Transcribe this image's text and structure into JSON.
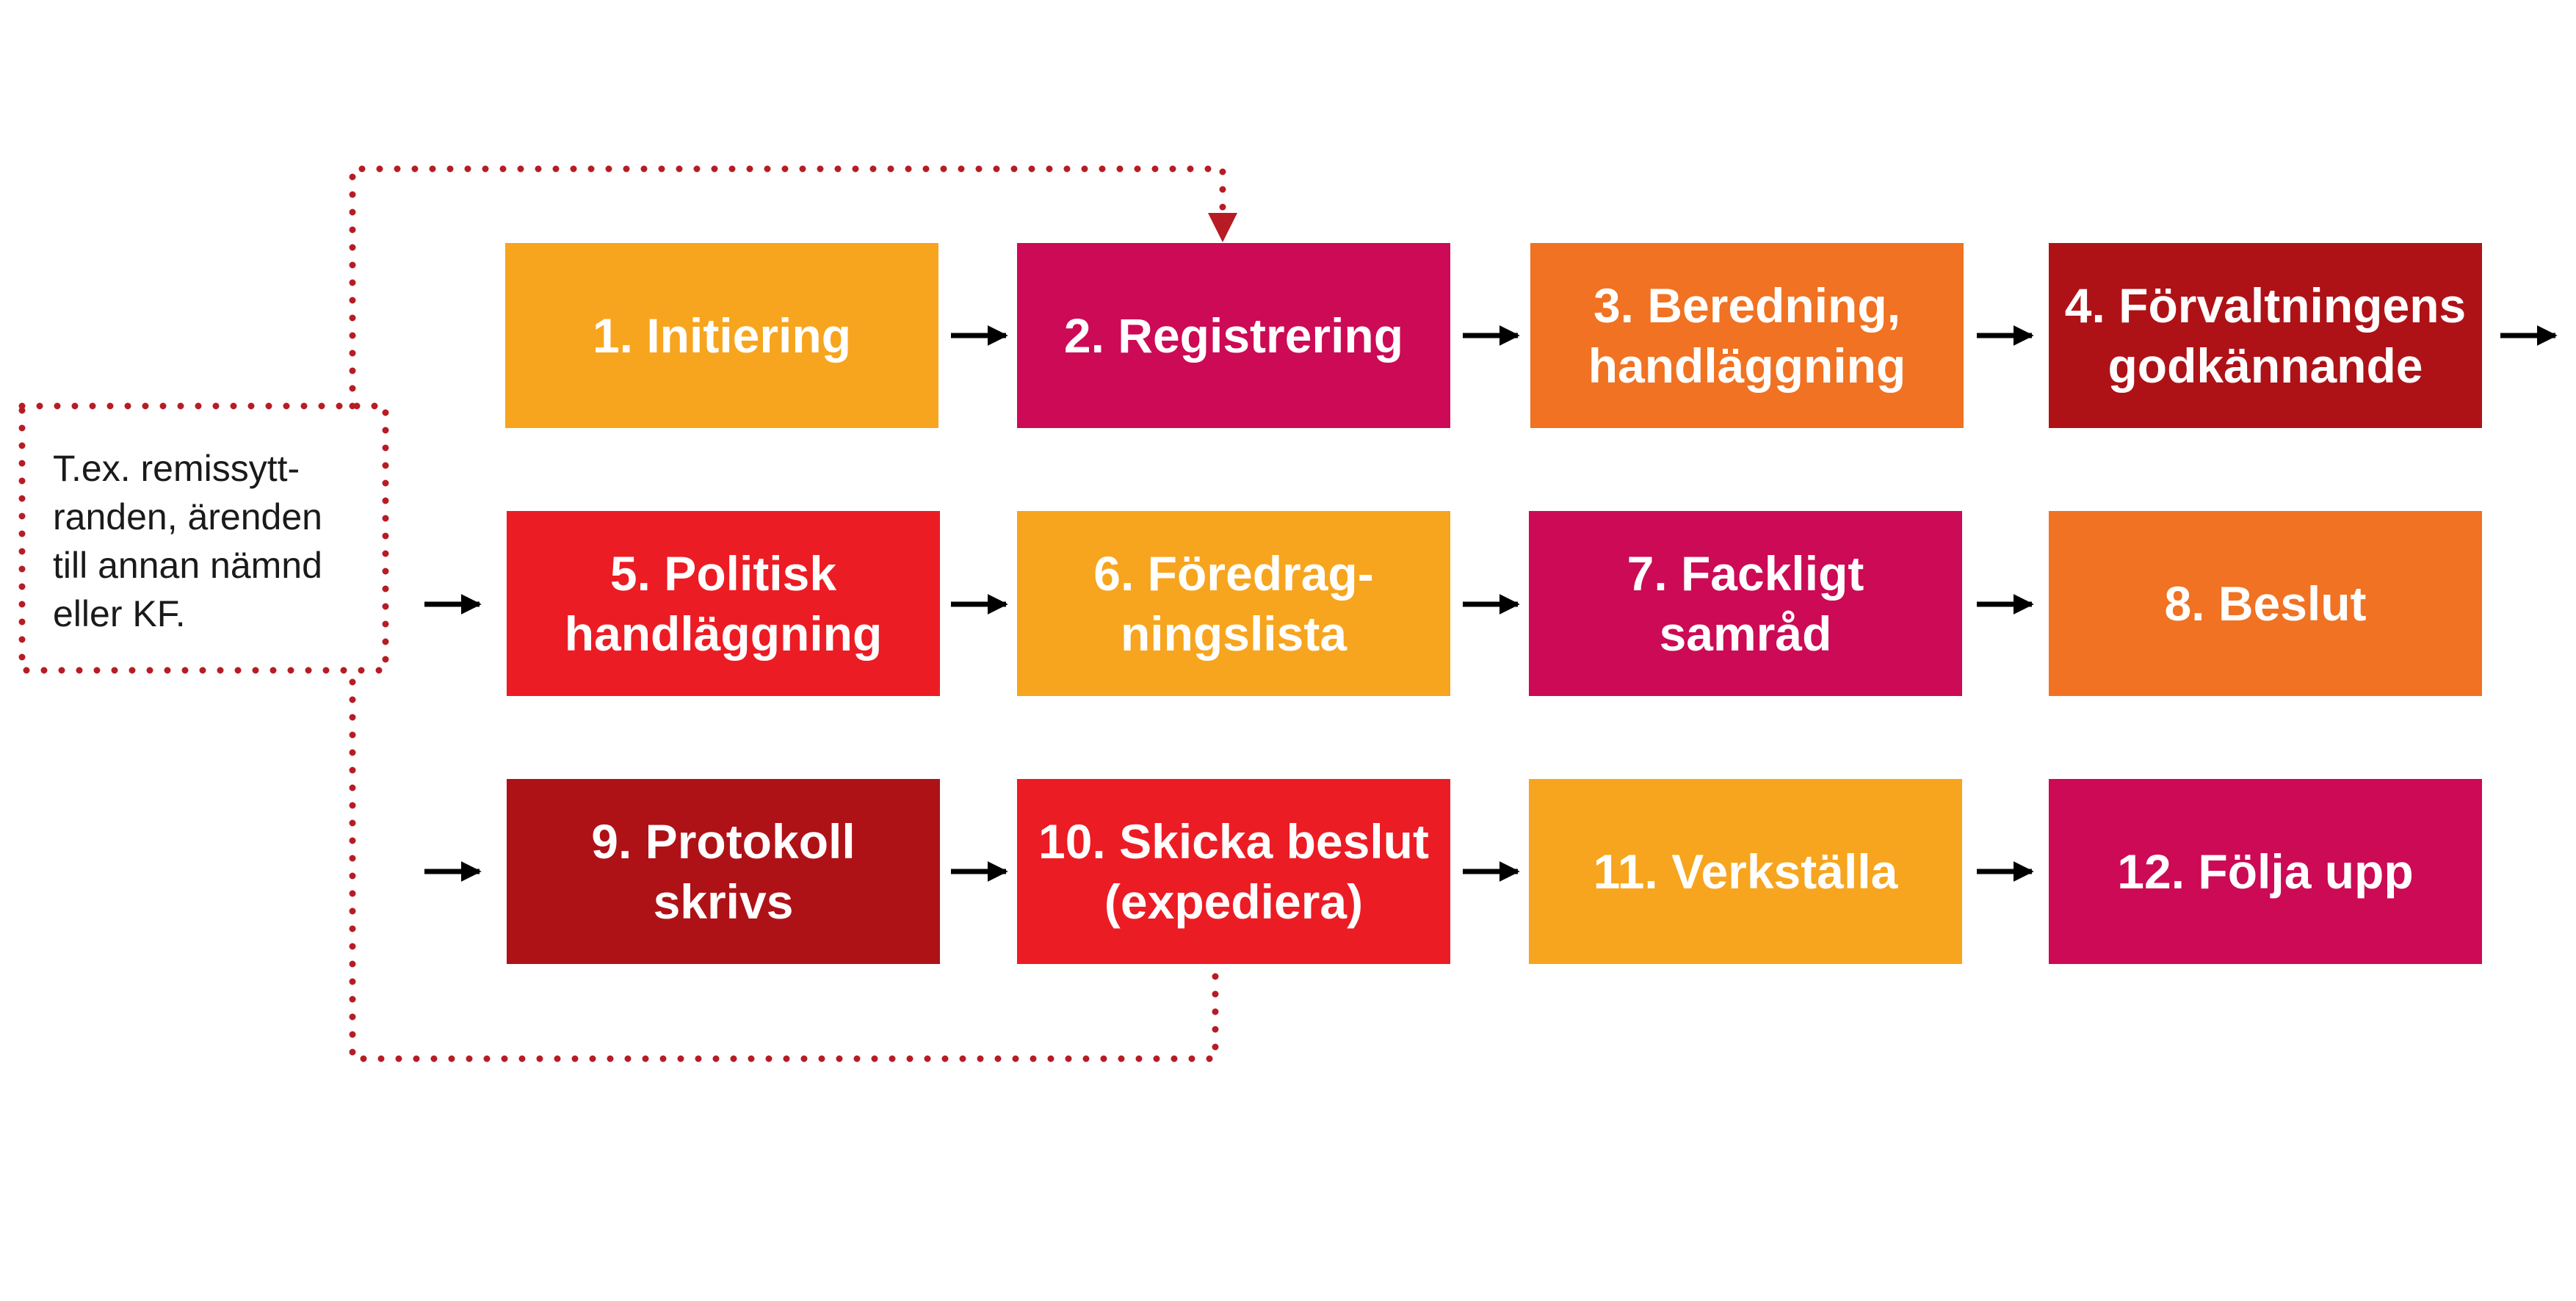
{
  "colors": {
    "yellow": "#f7a51e",
    "magenta": "#cc0a55",
    "orange": "#f07222",
    "dark_red": "#ae1217",
    "red": "#ec1c24",
    "dotted_line": "#b71c24",
    "arrow": "#000000"
  },
  "steps": [
    {
      "label": "1. Initiering",
      "color": "yellow"
    },
    {
      "label": "2. Registrering",
      "color": "magenta"
    },
    {
      "label": "3. Beredning,\nhandläggning",
      "color": "orange"
    },
    {
      "label": "4. Förvaltningens\ngodkännande",
      "color": "dark_red"
    },
    {
      "label": "5. Politisk\nhandläggning",
      "color": "red"
    },
    {
      "label": "6. Föredrag-\nningslista",
      "color": "yellow"
    },
    {
      "label": "7. Fackligt\nsamråd",
      "color": "magenta"
    },
    {
      "label": "8. Beslut",
      "color": "orange"
    },
    {
      "label": "9. Protokoll\nskrivs",
      "color": "dark_red"
    },
    {
      "label": "10. Skicka beslut\n(expediera)",
      "color": "red"
    },
    {
      "label": "11. Verkställa",
      "color": "yellow"
    },
    {
      "label": "12. Följa upp",
      "color": "magenta"
    }
  ],
  "note": {
    "text": "T.ex. remissytt-\nranden, ärenden\ntill annan nämnd\neller KF."
  }
}
